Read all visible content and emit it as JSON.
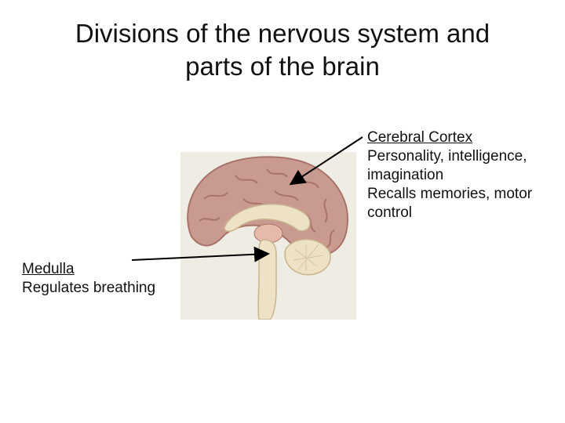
{
  "title": {
    "line1": "Divisions of the nervous system and",
    "line2": "parts of the brain"
  },
  "labels": {
    "cortex": {
      "heading": "Cerebral Cortex",
      "lines": [
        "Personality, intelligence,",
        "imagination",
        "Recalls memories, motor",
        "control"
      ]
    },
    "medulla": {
      "heading": "Medulla",
      "lines": [
        "Regulates breathing"
      ]
    }
  },
  "colors": {
    "brain": "#c99a90",
    "brain_dark": "#a8736a",
    "inner": "#ede2c6",
    "panel": "#efece3",
    "arrow": "#000000"
  }
}
